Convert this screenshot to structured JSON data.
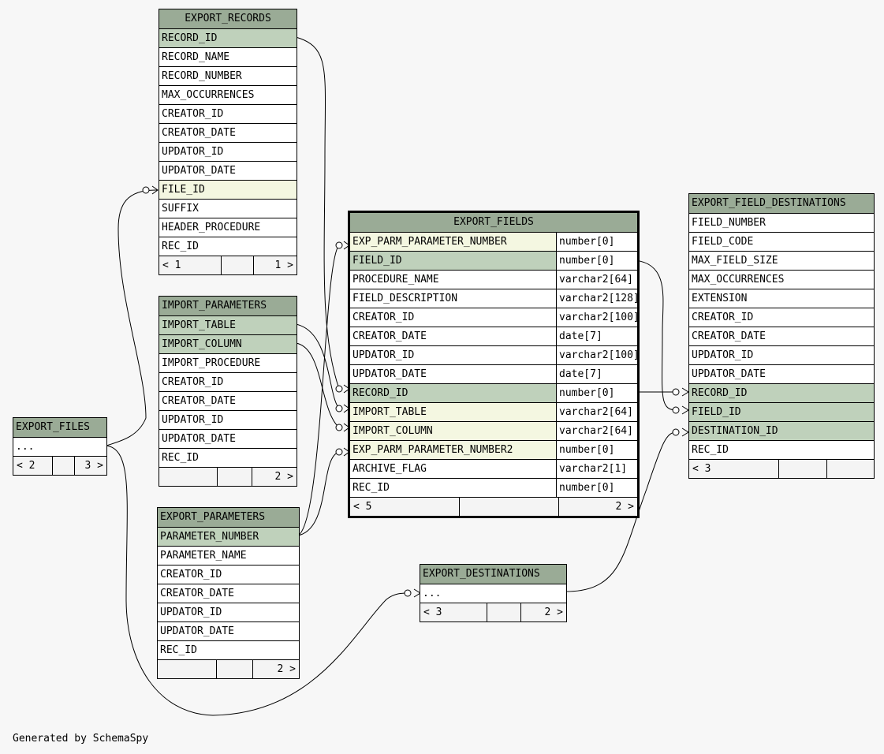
{
  "tables": {
    "export_records": {
      "name": "EXPORT_RECORDS",
      "columns": [
        {
          "name": "RECORD_ID",
          "kind": "pk"
        },
        {
          "name": "RECORD_NAME",
          "kind": "plain"
        },
        {
          "name": "RECORD_NUMBER",
          "kind": "plain"
        },
        {
          "name": "MAX_OCCURRENCES",
          "kind": "plain"
        },
        {
          "name": "CREATOR_ID",
          "kind": "plain"
        },
        {
          "name": "CREATOR_DATE",
          "kind": "plain"
        },
        {
          "name": "UPDATOR_ID",
          "kind": "plain"
        },
        {
          "name": "UPDATOR_DATE",
          "kind": "plain"
        },
        {
          "name": "FILE_ID",
          "kind": "fk"
        },
        {
          "name": "SUFFIX",
          "kind": "plain"
        },
        {
          "name": "HEADER_PROCEDURE",
          "kind": "plain"
        },
        {
          "name": "REC_ID",
          "kind": "plain"
        }
      ],
      "footer": [
        "< 1",
        "",
        "1 >"
      ]
    },
    "import_parameters": {
      "name": "IMPORT_PARAMETERS",
      "columns": [
        {
          "name": "IMPORT_TABLE",
          "kind": "pk"
        },
        {
          "name": "IMPORT_COLUMN",
          "kind": "pk"
        },
        {
          "name": "IMPORT_PROCEDURE",
          "kind": "plain"
        },
        {
          "name": "CREATOR_ID",
          "kind": "plain"
        },
        {
          "name": "CREATOR_DATE",
          "kind": "plain"
        },
        {
          "name": "UPDATOR_ID",
          "kind": "plain"
        },
        {
          "name": "UPDATOR_DATE",
          "kind": "plain"
        },
        {
          "name": "REC_ID",
          "kind": "plain"
        }
      ],
      "footer": [
        "",
        "",
        "2 >"
      ]
    },
    "export_files": {
      "name": "EXPORT_FILES",
      "columns": [
        {
          "name": "...",
          "kind": "plain"
        }
      ],
      "footer": [
        "< 2",
        "",
        "3 >"
      ]
    },
    "export_parameters": {
      "name": "EXPORT_PARAMETERS",
      "columns": [
        {
          "name": "PARAMETER_NUMBER",
          "kind": "pk"
        },
        {
          "name": "PARAMETER_NAME",
          "kind": "plain"
        },
        {
          "name": "CREATOR_ID",
          "kind": "plain"
        },
        {
          "name": "CREATOR_DATE",
          "kind": "plain"
        },
        {
          "name": "UPDATOR_ID",
          "kind": "plain"
        },
        {
          "name": "UPDATOR_DATE",
          "kind": "plain"
        },
        {
          "name": "REC_ID",
          "kind": "plain"
        }
      ],
      "footer": [
        "",
        "",
        "2 >"
      ]
    },
    "export_fields": {
      "name": "EXPORT_FIELDS",
      "columns": [
        {
          "name": "EXP_PARM_PARAMETER_NUMBER",
          "type": "number[0]",
          "kind": "fk"
        },
        {
          "name": "FIELD_ID",
          "type": "number[0]",
          "kind": "pk"
        },
        {
          "name": "PROCEDURE_NAME",
          "type": "varchar2[64]",
          "kind": "plain"
        },
        {
          "name": "FIELD_DESCRIPTION",
          "type": "varchar2[128]",
          "kind": "plain"
        },
        {
          "name": "CREATOR_ID",
          "type": "varchar2[100]",
          "kind": "plain"
        },
        {
          "name": "CREATOR_DATE",
          "type": "date[7]",
          "kind": "plain"
        },
        {
          "name": "UPDATOR_ID",
          "type": "varchar2[100]",
          "kind": "plain"
        },
        {
          "name": "UPDATOR_DATE",
          "type": "date[7]",
          "kind": "plain"
        },
        {
          "name": "RECORD_ID",
          "type": "number[0]",
          "kind": "pk"
        },
        {
          "name": "IMPORT_TABLE",
          "type": "varchar2[64]",
          "kind": "fk"
        },
        {
          "name": "IMPORT_COLUMN",
          "type": "varchar2[64]",
          "kind": "fk"
        },
        {
          "name": "EXP_PARM_PARAMETER_NUMBER2",
          "type": "number[0]",
          "kind": "fk"
        },
        {
          "name": "ARCHIVE_FLAG",
          "type": "varchar2[1]",
          "kind": "plain"
        },
        {
          "name": "REC_ID",
          "type": "number[0]",
          "kind": "plain"
        }
      ],
      "footer": [
        "< 5",
        "",
        "2 >"
      ]
    },
    "export_field_destinations": {
      "name": "EXPORT_FIELD_DESTINATIONS",
      "columns": [
        {
          "name": "FIELD_NUMBER",
          "kind": "plain"
        },
        {
          "name": "FIELD_CODE",
          "kind": "plain"
        },
        {
          "name": "MAX_FIELD_SIZE",
          "kind": "plain"
        },
        {
          "name": "MAX_OCCURRENCES",
          "kind": "plain"
        },
        {
          "name": "EXTENSION",
          "kind": "plain"
        },
        {
          "name": "CREATOR_ID",
          "kind": "plain"
        },
        {
          "name": "CREATOR_DATE",
          "kind": "plain"
        },
        {
          "name": "UPDATOR_ID",
          "kind": "plain"
        },
        {
          "name": "UPDATOR_DATE",
          "kind": "plain"
        },
        {
          "name": "RECORD_ID",
          "kind": "pk"
        },
        {
          "name": "FIELD_ID",
          "kind": "pk"
        },
        {
          "name": "DESTINATION_ID",
          "kind": "pk"
        },
        {
          "name": "REC_ID",
          "kind": "plain"
        }
      ],
      "footer": [
        "< 3",
        "",
        ""
      ]
    },
    "export_destinations": {
      "name": "EXPORT_DESTINATIONS",
      "columns": [
        {
          "name": "...",
          "kind": "plain"
        }
      ],
      "footer": [
        "< 3",
        "",
        "2 >"
      ]
    }
  },
  "colors": {
    "header": "#9aab96",
    "primary_key": "#bfd1bb",
    "foreign_key": "#f4f7e1",
    "background": "#f7f7f7"
  },
  "footer_text": "Generated by SchemaSpy"
}
